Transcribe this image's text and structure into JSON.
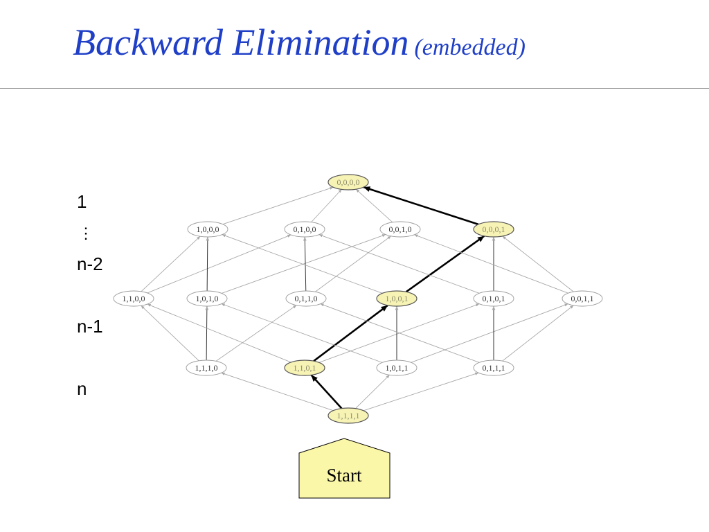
{
  "title": {
    "main": "Backward Elimination",
    "sub": "(embedded)"
  },
  "level_labels": {
    "top": "1",
    "dots": "⋮",
    "n_minus_2": "n-2",
    "n_minus_1": "n-1",
    "n": "n"
  },
  "start_label": "Start",
  "colors": {
    "title": "#1f3fc7",
    "highlight_fill": "#f7f3b5",
    "start_fill": "#fbf7a8",
    "edge": "#a8a8a8",
    "path": "#000000"
  },
  "lattice": {
    "levels": [
      [
        "0,0,0,0"
      ],
      [
        "1,0,0,0",
        "0,1,0,0",
        "0,0,1,0",
        "0,0,0,1"
      ],
      [
        "1,1,0,0",
        "1,0,1,0",
        "0,1,1,0",
        "1,0,0,1",
        "0,1,0,1",
        "0,0,1,1"
      ],
      [
        "1,1,1,0",
        "1,1,0,1",
        "1,0,1,1",
        "0,1,1,1"
      ],
      [
        "1,1,1,1"
      ]
    ],
    "highlighted": [
      "1,1,1,1",
      "1,1,0,1",
      "1,0,0,1",
      "0,0,0,1",
      "0,0,0,0"
    ],
    "path": [
      "1,1,1,1",
      "1,1,0,1",
      "1,0,0,1",
      "0,0,0,1",
      "0,0,0,0"
    ]
  }
}
